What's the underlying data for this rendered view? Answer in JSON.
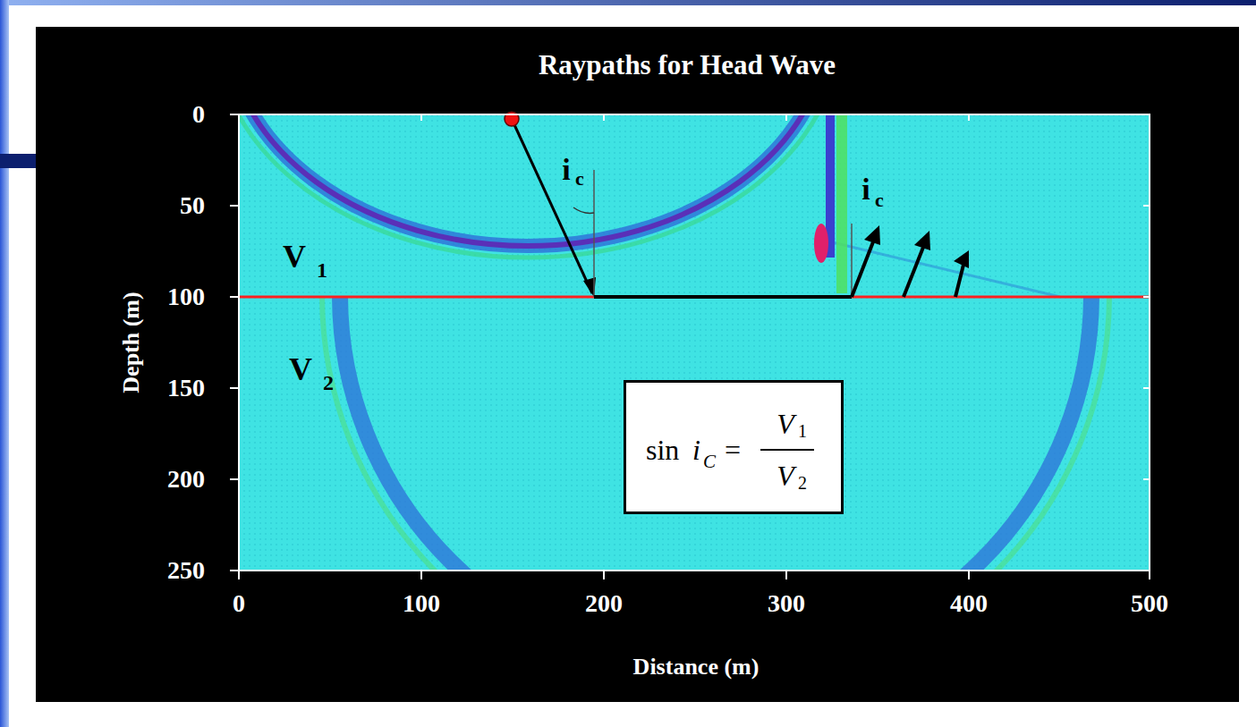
{
  "diagram": {
    "title": "Raypaths for Head Wave",
    "nodes": [
      {
        "text": [
          "sin",
          "i",
          "C",
          "=",
          "V",
          "1",
          "V",
          "2"
        ]
      }
    ],
    "labels": [
      "0",
      "50",
      "100",
      "150",
      "200",
      "250",
      "0",
      "100",
      "200",
      "300",
      "400",
      "500",
      "Depth (m)",
      "Distance (m)",
      "V",
      "1",
      "V",
      "2",
      "i",
      "c",
      "i",
      "c"
    ]
  }
}
